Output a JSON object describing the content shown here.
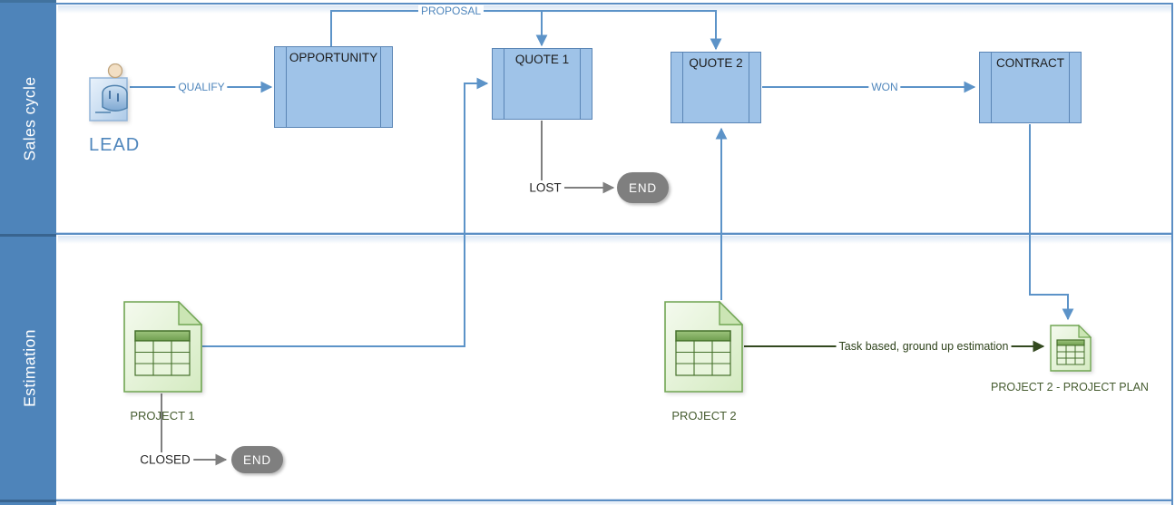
{
  "lanes": {
    "lane1": "Sales cycle",
    "lane2": "Estimation"
  },
  "nodes": {
    "lead": "LEAD",
    "opportunity": "OPPORTUNITY",
    "quote1": "QUOTE 1",
    "quote2": "QUOTE 2",
    "contract": "CONTRACT",
    "end_sales": "END",
    "project1": "PROJECT 1",
    "project2": "PROJECT 2",
    "end_estimation": "END",
    "project_plan": "PROJECT 2 - PROJECT PLAN"
  },
  "edges": {
    "qualify": "QUALIFY",
    "proposal": "PROPOSAL",
    "won": "WON",
    "lost": "LOST",
    "closed": "CLOSED",
    "task": "Task based, ground up estimation"
  },
  "flows": [
    {
      "from": "LEAD",
      "to": "OPPORTUNITY",
      "label": "QUALIFY"
    },
    {
      "from": "OPPORTUNITY",
      "to": "QUOTE 1",
      "label": "PROPOSAL"
    },
    {
      "from": "OPPORTUNITY",
      "to": "QUOTE 2",
      "label": "PROPOSAL"
    },
    {
      "from": "QUOTE 2",
      "to": "CONTRACT",
      "label": "WON"
    },
    {
      "from": "QUOTE 1",
      "to": "END",
      "label": "LOST"
    },
    {
      "from": "PROJECT 1",
      "to": "QUOTE 1",
      "label": ""
    },
    {
      "from": "PROJECT 2",
      "to": "QUOTE 2",
      "label": ""
    },
    {
      "from": "CONTRACT",
      "to": "PROJECT 2 - PROJECT PLAN",
      "label": ""
    },
    {
      "from": "PROJECT 1",
      "to": "END",
      "label": "CLOSED"
    },
    {
      "from": "PROJECT 2",
      "to": "PROJECT 2 - PROJECT PLAN",
      "label": "Task based, ground up estimation"
    }
  ],
  "colors": {
    "lane_band": "#4e84ba",
    "frame_border": "#5b8ec4",
    "process_fill": "#9fc3e8",
    "process_border": "#5a85b5",
    "connector_blue": "#5c93c8",
    "connector_gray": "#7f7f7f",
    "connector_olive": "#33491f",
    "end_fill": "#7f7f7f",
    "doc_border": "#71a653",
    "doc_fill": "#e4f3d8",
    "doc_label": "#465c30",
    "blue_label": "#4f86bc"
  }
}
